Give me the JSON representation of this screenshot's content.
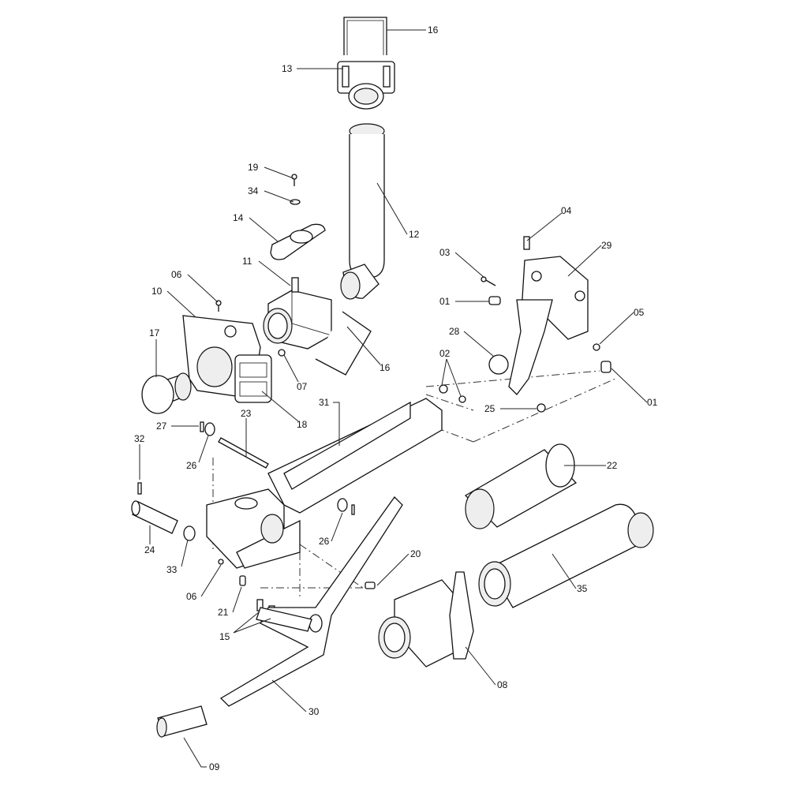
{
  "diagram": {
    "type": "exploded-parts-view",
    "callouts": [
      "16",
      "13",
      "19",
      "34",
      "14",
      "11",
      "12",
      "06",
      "10",
      "17",
      "07",
      "16",
      "18",
      "04",
      "03",
      "29",
      "01",
      "05",
      "28",
      "02",
      "25",
      "01",
      "31",
      "27",
      "23",
      "26",
      "32",
      "22",
      "24",
      "33",
      "26",
      "06",
      "20",
      "21",
      "15",
      "35",
      "08",
      "30",
      "09"
    ]
  }
}
